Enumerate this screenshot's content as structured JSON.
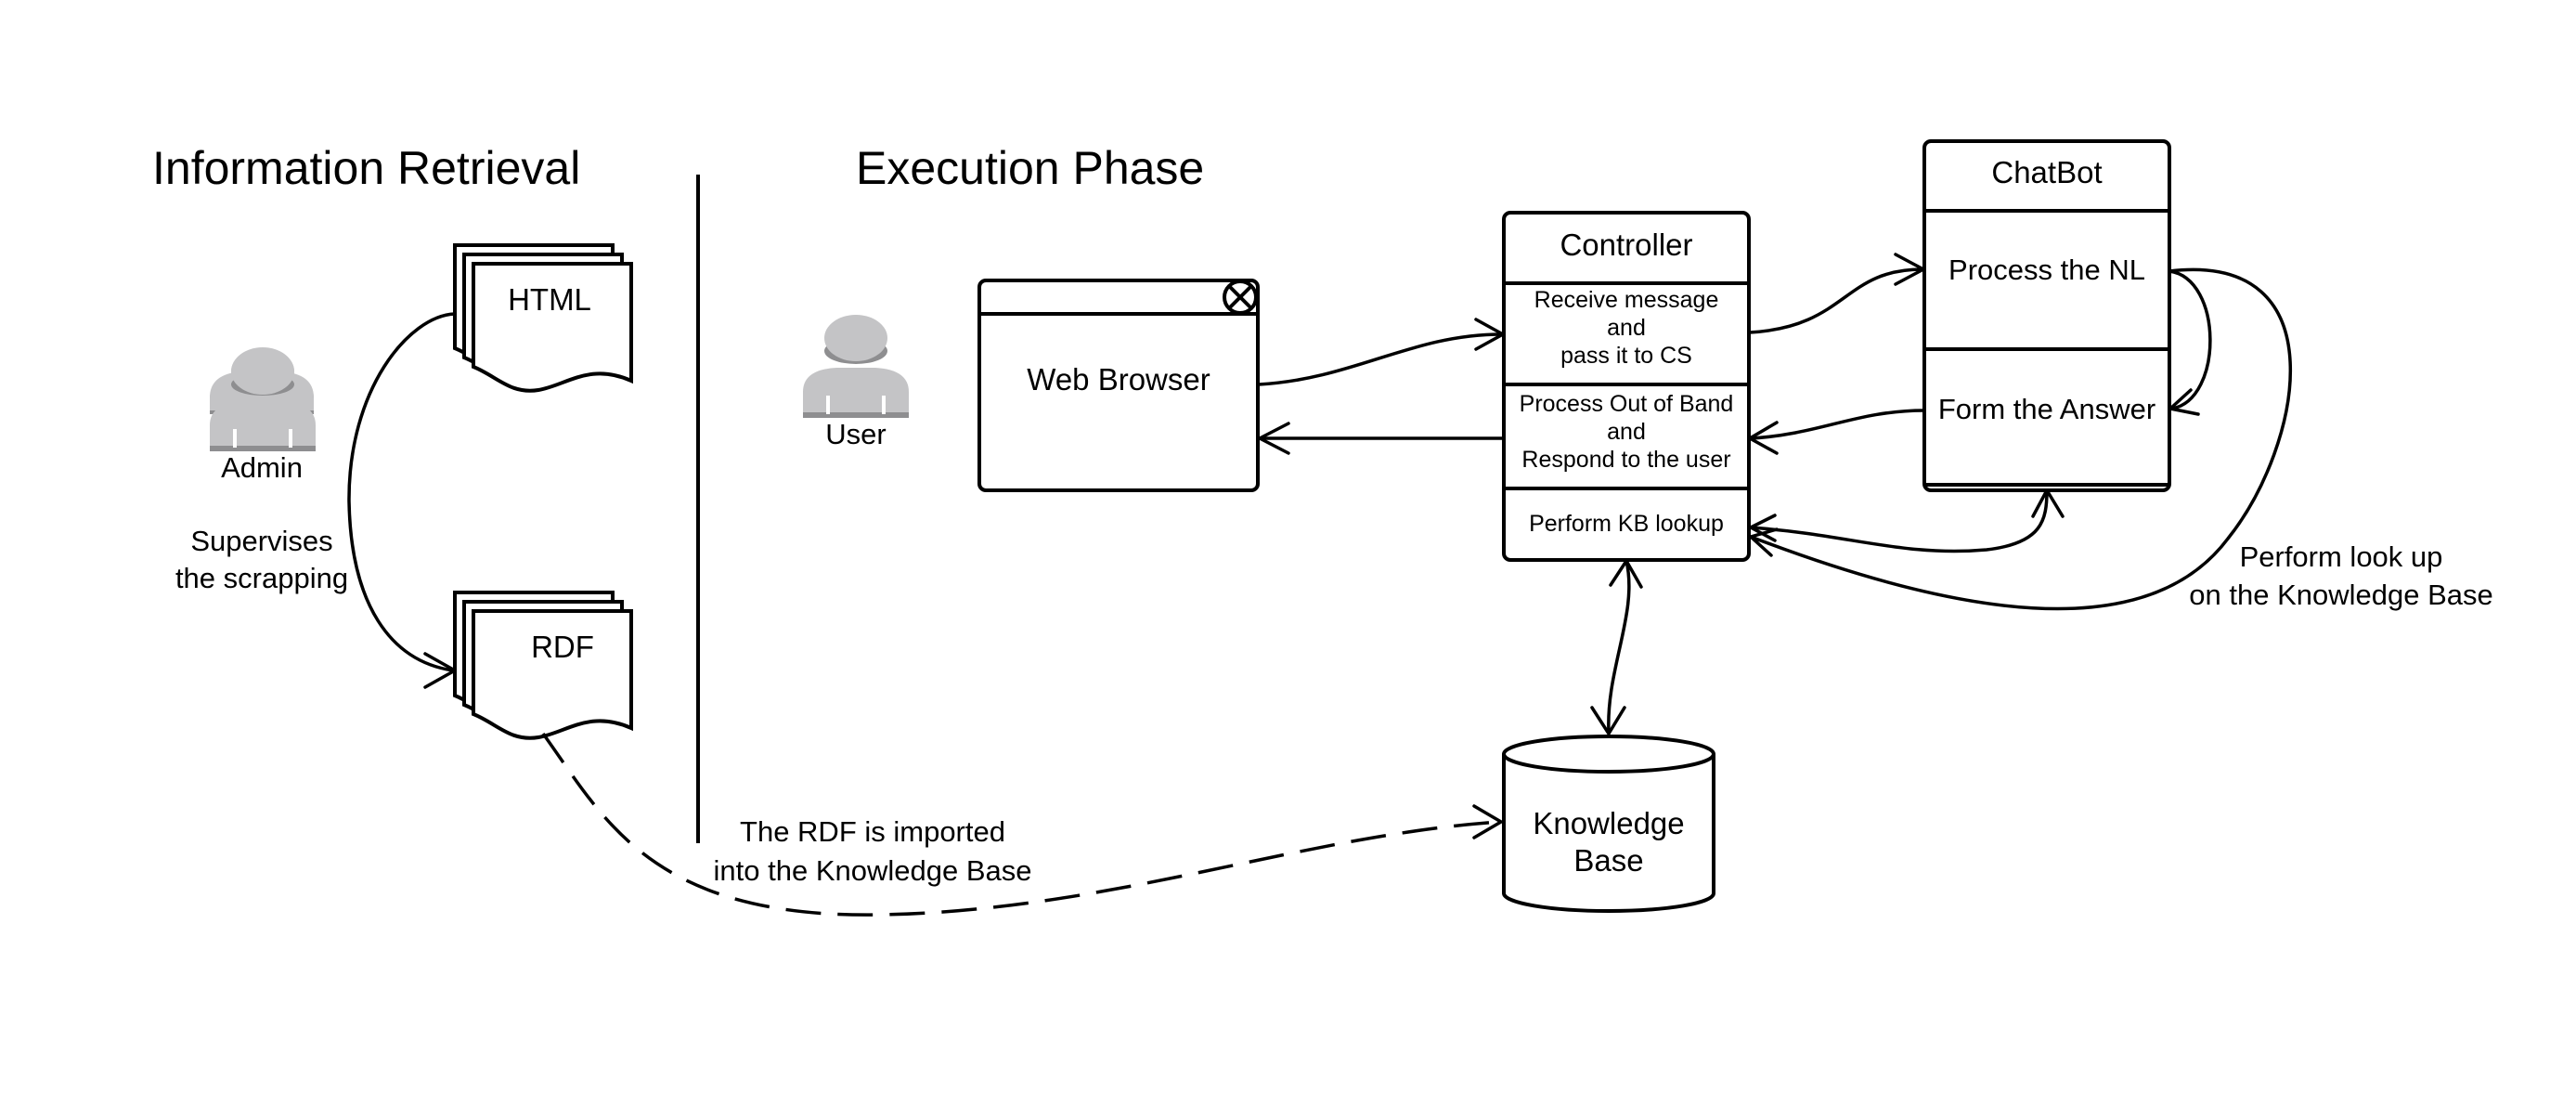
{
  "sections": {
    "information_retrieval": "Information Retrieval",
    "execution_phase": "Execution Phase"
  },
  "actors": {
    "admin": "Admin",
    "user": "User"
  },
  "documents": {
    "html": "HTML",
    "rdf": "RDF"
  },
  "web_browser": {
    "label": "Web Browser"
  },
  "controller": {
    "title": "Controller",
    "row1": [
      "Receive message",
      "and",
      "pass it to CS"
    ],
    "row2": [
      "Process Out of Band",
      "and",
      "Respond to the user"
    ],
    "row3": "Perform KB lookup"
  },
  "chatbot": {
    "title": "ChatBot",
    "row1": "Process the NL",
    "row2": "Form the Answer"
  },
  "knowledge_base": {
    "line1": "Knowledge",
    "line2": "Base"
  },
  "annotations": {
    "supervises": [
      "Supervises",
      "the scrapping"
    ],
    "rdf_import": [
      "The RDF is imported",
      "into the Knowledge Base"
    ],
    "lookup": [
      "Perform look up",
      "on the Knowledge Base"
    ]
  }
}
